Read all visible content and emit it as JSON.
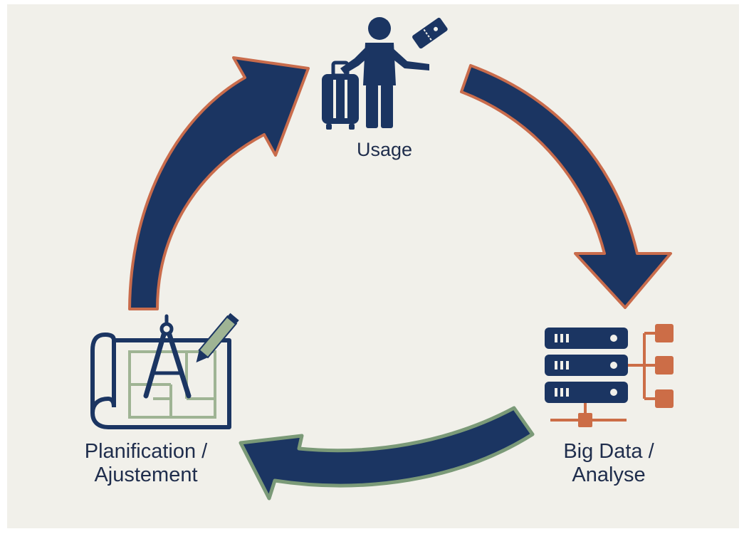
{
  "stages": {
    "usage": {
      "label": "Usage",
      "icon": "traveler-with-suitcase-icon"
    },
    "bigdata": {
      "line1": "Big Data /",
      "line2": "Analyse",
      "icon": "server-network-icon"
    },
    "planning": {
      "line1": "Planification /",
      "line2": "Ajustement",
      "icon": "blueprint-compass-icon"
    }
  },
  "colors": {
    "background": "#f1f0ea",
    "arrow_fill": "#1b3562",
    "arrow_outline_orange": "#c96c4c",
    "arrow_outline_green": "#7b9a78",
    "icon_navy": "#1b3562",
    "icon_orange": "#cc6d47",
    "icon_green": "#9fb494"
  }
}
